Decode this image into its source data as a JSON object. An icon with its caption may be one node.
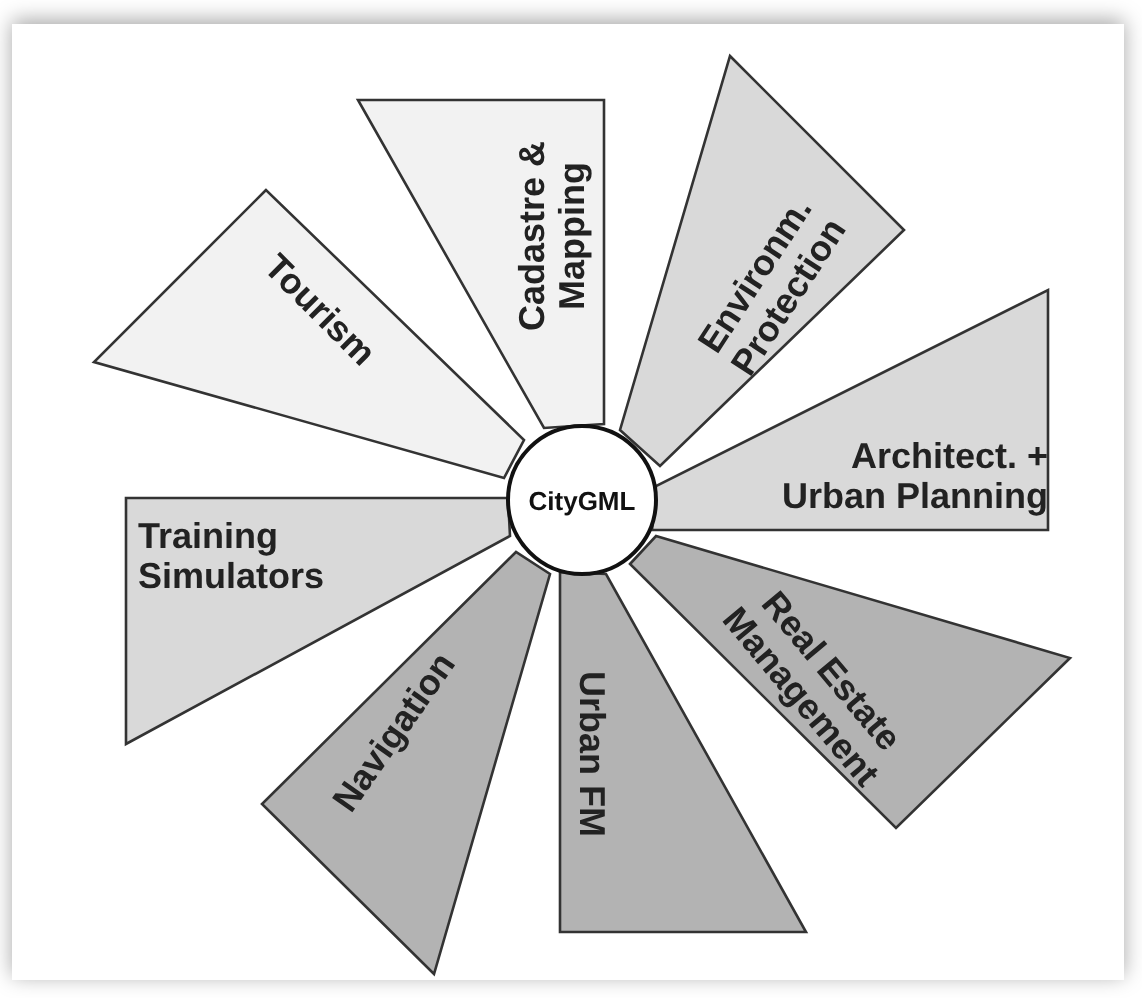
{
  "diagram": {
    "nodes": [
      {
        "text": [
          "CityGML"
        ]
      },
      {
        "text": [
          "Tourism"
        ]
      },
      {
        "text": [
          "Cadastre & Mapping"
        ]
      },
      {
        "text": [
          "Environm. Protection"
        ]
      },
      {
        "text": [
          "Architect. + Urban Planning"
        ]
      },
      {
        "text": [
          "Training Simulators"
        ]
      },
      {
        "text": [
          "Navigation"
        ]
      },
      {
        "text": [
          "Urban FM"
        ]
      },
      {
        "text": [
          "Real Estate Management"
        ]
      }
    ]
  }
}
